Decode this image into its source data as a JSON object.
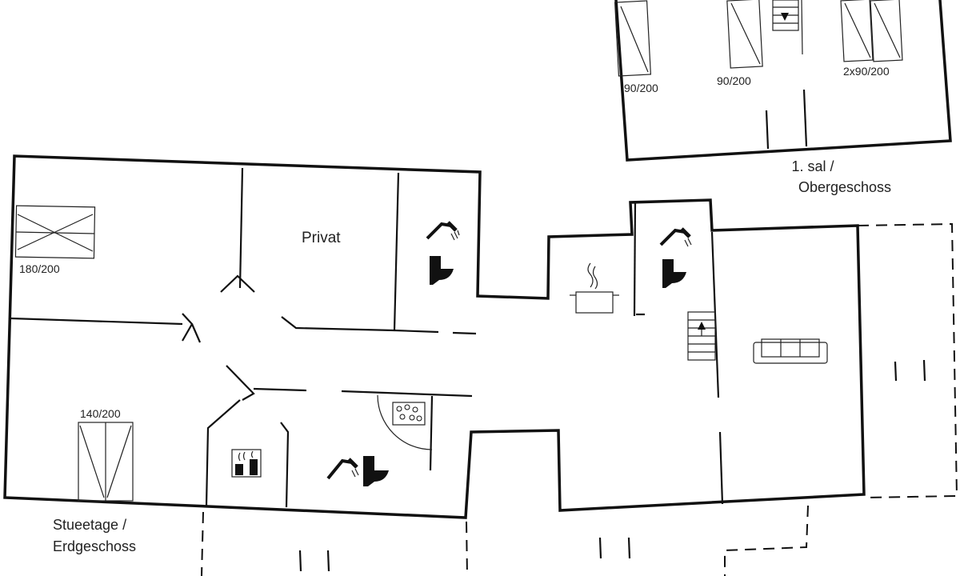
{
  "upper_floor": {
    "label_line1": "1. sal /",
    "label_line2": "Obergeschoss",
    "beds": {
      "bed1": "90/200",
      "bed2": "90/200",
      "bed3": "2x90/200"
    }
  },
  "ground_floor": {
    "label_line1": "Stueetage /",
    "label_line2": "Erdgeschoss",
    "room_private": "Privat",
    "beds": {
      "bed_double": "180/200",
      "bed_140": "140/200"
    }
  },
  "icons": [
    "shower-icon",
    "toilet-icon",
    "cooking-pot-icon",
    "stairs-up-icon",
    "sofa-icon",
    "whirlpool-icon",
    "sauna-icon"
  ]
}
